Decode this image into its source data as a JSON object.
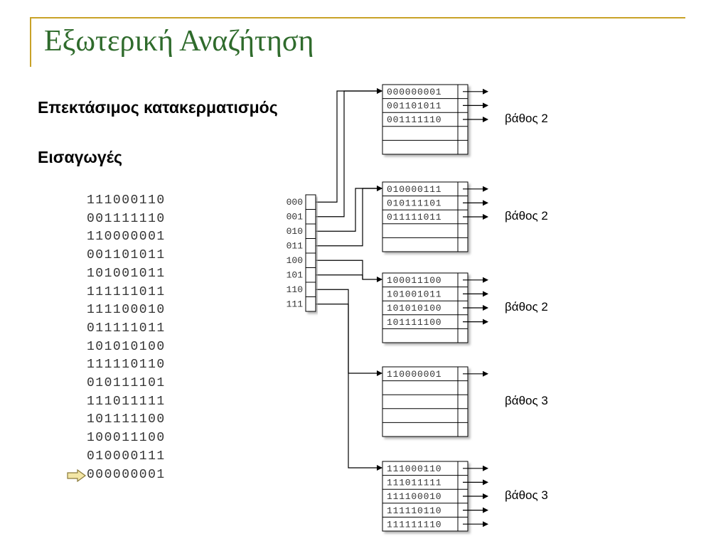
{
  "slide": {
    "title": "Εξωτερική Αναζήτηση",
    "subtitle": "Επεκτάσιμος κατακερματισμός",
    "inserts_heading": "Εισαγωγές"
  },
  "insertions": [
    "111000110",
    "001111110",
    "110000001",
    "001101011",
    "101001011",
    "111111011",
    "111100010",
    "011111011",
    "101010100",
    "111110110",
    "010111101",
    "111011111",
    "101111100",
    "100011100",
    "010000111",
    "000000001"
  ],
  "current_insertion_index": 15,
  "directory": {
    "labels": [
      "000",
      "001",
      "010",
      "011",
      "100",
      "101",
      "110",
      "111"
    ],
    "pointers": [
      0,
      0,
      1,
      1,
      2,
      2,
      3,
      4
    ]
  },
  "buckets": [
    {
      "records": [
        "000000001",
        "001101011",
        "001111110"
      ],
      "depth_label": "βάθος 2"
    },
    {
      "records": [
        "010000111",
        "010111101",
        "011111011"
      ],
      "depth_label": "βάθος 2"
    },
    {
      "records": [
        "100011100",
        "101001011",
        "101010100",
        "101111100"
      ],
      "depth_label": "βάθος 2"
    },
    {
      "records": [
        "110000001"
      ],
      "depth_label": "βάθος 3"
    },
    {
      "records": [
        "111000110",
        "111011111",
        "111100010",
        "111110110",
        "111111110"
      ],
      "depth_label": "βάθος 3"
    }
  ],
  "colors": {
    "title": "#2f6b2c",
    "rule": "#c8a228",
    "pointer_arrow": "#f3e6a6"
  }
}
